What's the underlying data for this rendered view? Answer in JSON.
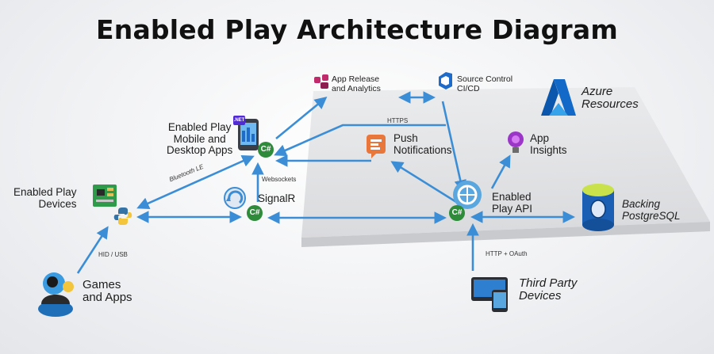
{
  "title": "Enabled Play Architecture Diagram",
  "nodes": {
    "app_release": "App Release\nand Analytics",
    "source_control": "Source Control\nCI/CD",
    "azure": "Azure\nResources",
    "mobile_apps": "Enabled Play\nMobile and\nDesktop Apps",
    "push": "Push\nNotifications",
    "app_insights": "App\nInsights",
    "devices": "Enabled Play\nDevices",
    "signalr": "SignalR",
    "api": "Enabled\nPlay API",
    "postgres": "Backing\nPostgreSQL",
    "games": "Games\nand Apps",
    "third_party": "Third Party\nDevices"
  },
  "edges": {
    "https": "HTTPS",
    "bluetooth": "Bluetooth LE",
    "websockets": "Websockets",
    "hid": "HID / USB",
    "oauth": "HTTP + OAuth"
  },
  "badges": {
    "csharp": "C#",
    "dotnet": ".NET"
  },
  "colors": {
    "arrow": "#3b8ed6",
    "csharp_badge": "#2e8b3a",
    "azure_blue": "#1976d2",
    "platform": "#d9dadd"
  }
}
